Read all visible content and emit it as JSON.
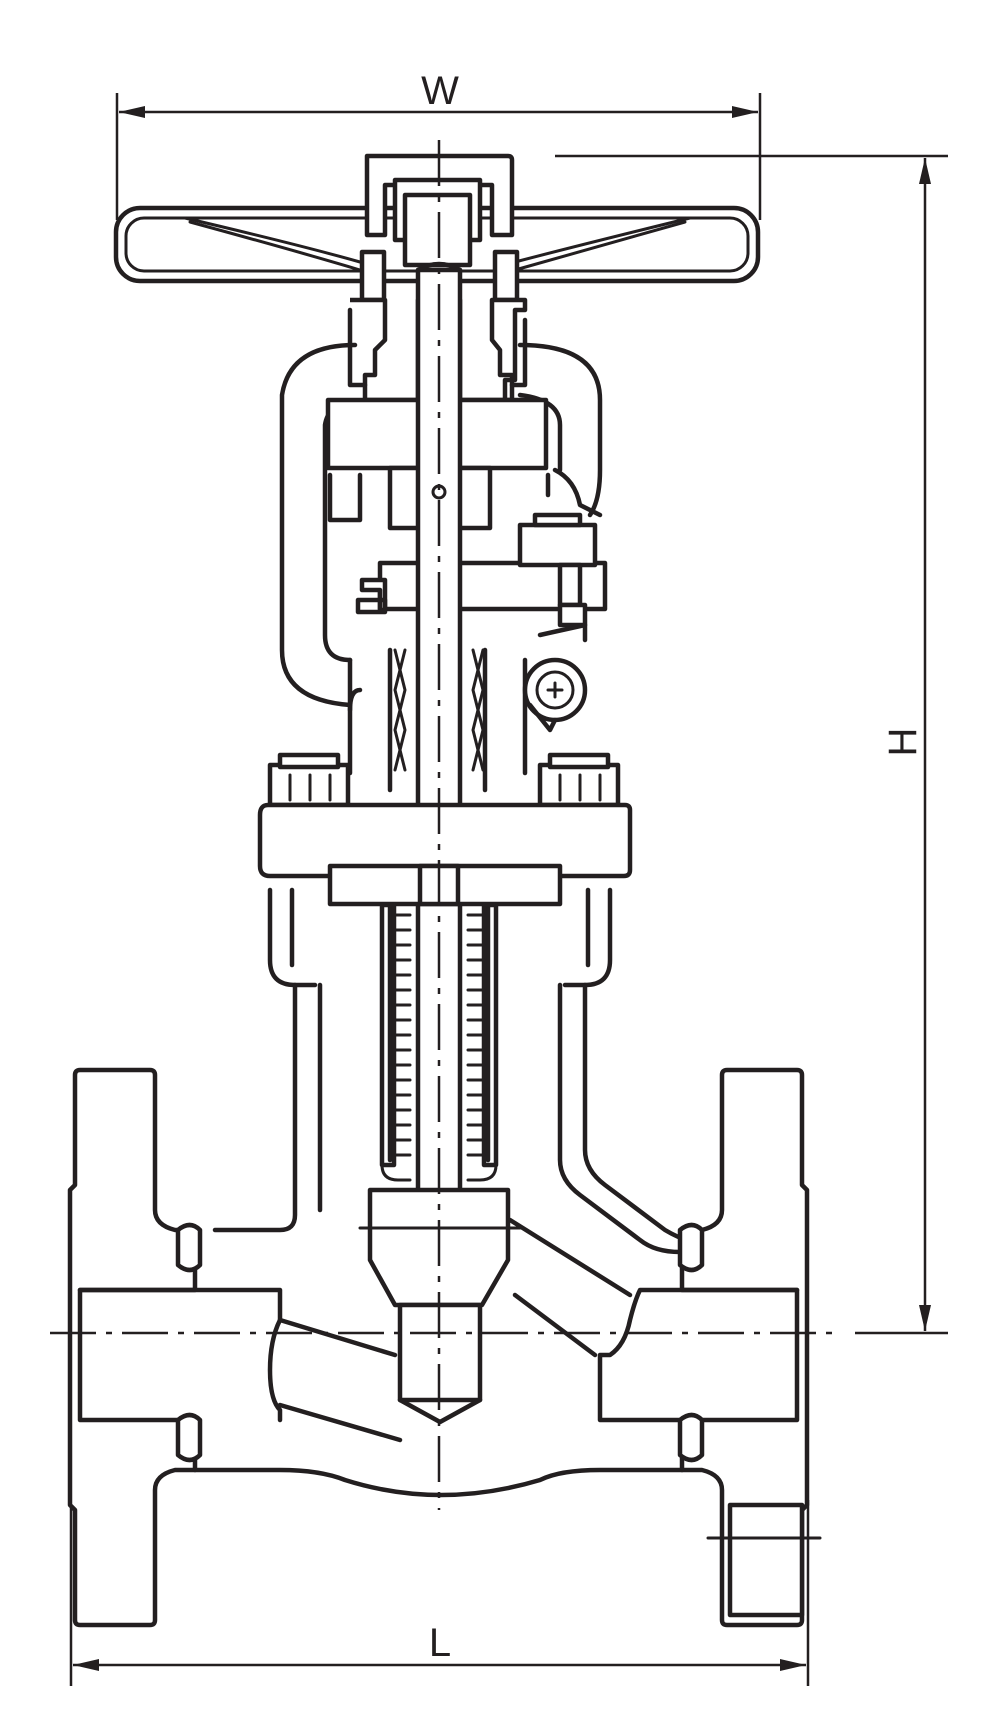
{
  "dimensions": {
    "width_label": "W",
    "height_label": "H",
    "length_label": "L"
  },
  "colors": {
    "line": "#231f20",
    "background": "#ffffff"
  }
}
